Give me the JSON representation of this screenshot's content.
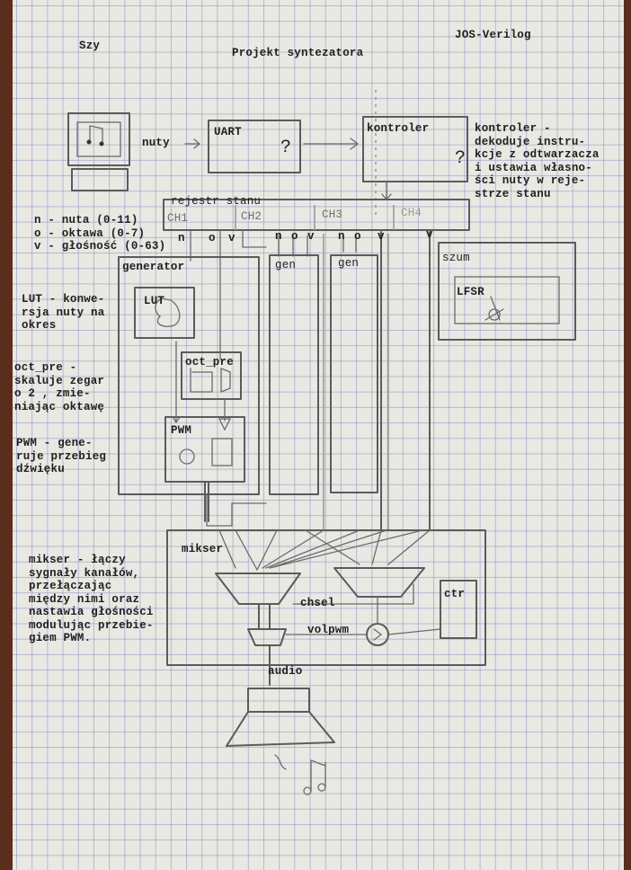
{
  "header": {
    "left": "Szy",
    "title": "Projekt syntezatora",
    "right": "JOS-Verilog"
  },
  "top_flow": {
    "computer_icon": "computer-with-music-note-icon",
    "input_label": "nuty",
    "uart_label": "UART",
    "uart_mark": "?",
    "controller_label": "kontroler",
    "controller_mark": "?"
  },
  "notes": {
    "controller": [
      "kontroler -",
      "dekoduje instru-",
      "kcje z odtwarzacza",
      "i ustawia własno-",
      "ści nuty w reje-",
      "strze stanu"
    ],
    "legend": [
      "n - nuta (0-11)",
      "o - oktawa (0-7)",
      "v - głośność (0-63)"
    ],
    "lut": [
      "LUT - konwe-",
      "rsja nuty na",
      "okres"
    ],
    "oct_pre": [
      "oct_pre -",
      "skaluje zegar",
      "o 2 , zmie-",
      "niając oktawę"
    ],
    "pwm": [
      "PWM - gene-",
      "ruje przebieg",
      "dźwięku"
    ],
    "mixer": [
      "mikser - łączy",
      "sygnały kanałów,",
      "przełączając",
      "między nimi oraz",
      "nastawia głośności",
      "modulując przebie-",
      "giem PWM."
    ]
  },
  "state_register": {
    "label": "rejestr stanu",
    "channels": [
      "CH1",
      "CH2",
      "CH3",
      "CH4"
    ],
    "signals": {
      "ch1": [
        "n",
        "o",
        "v"
      ],
      "ch2": [
        "n",
        "o",
        "v"
      ],
      "ch3": [
        "n",
        "o",
        "v"
      ],
      "ch4": [
        "v"
      ]
    }
  },
  "blocks": {
    "generator": "generator",
    "lut": "LUT",
    "oct_pre": "oct_pre",
    "pwm": "PWM",
    "gen2": "gen",
    "gen3": "gen",
    "noise": "szum",
    "lfsr": "LFSR",
    "mixer": "mikser",
    "chsel": "chsel",
    "volpwm": "volpwm",
    "ctr": "ctr",
    "audio": "audio"
  },
  "colors": {
    "paper": "#e9e8e2",
    "grid": "#6e82be",
    "ink": "#1f1f1f",
    "pencil": "#5b5b5b",
    "background": "#5a2e1c"
  }
}
